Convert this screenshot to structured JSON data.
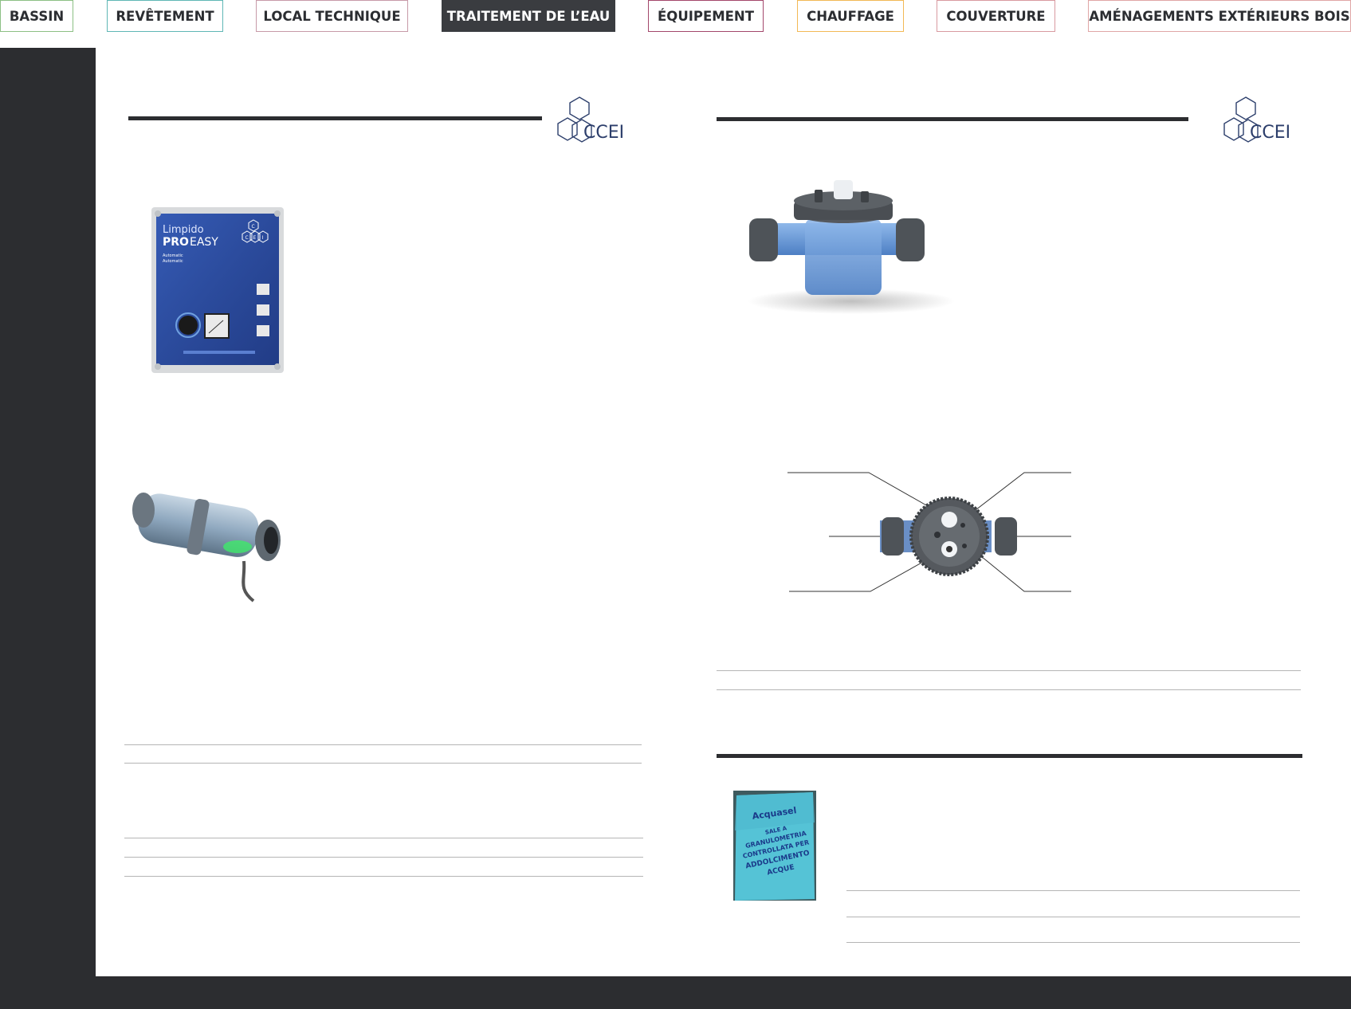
{
  "nav": {
    "tabs": [
      {
        "label": "BASSIN",
        "color": "#8cc084",
        "active": false
      },
      {
        "label": "REVÊTEMENT",
        "color": "#5fb7b5",
        "active": false
      },
      {
        "label": "LOCAL TECHNIQUE",
        "color": "#c79aa8",
        "active": false
      },
      {
        "label": "TRAITEMENT DE L’EAU",
        "color": "#3a3c40",
        "active": true
      },
      {
        "label": "ÉQUIPEMENT",
        "color": "#a3476b",
        "active": false
      },
      {
        "label": "CHAUFFAGE",
        "color": "#f2b955",
        "active": false
      },
      {
        "label": "COUVERTURE",
        "color": "#d99aa0",
        "active": false
      },
      {
        "label": "AMÉNAGEMENTS EXTÉRIEURS BOIS",
        "color": "#e0a6a6",
        "active": false
      }
    ]
  },
  "brand": {
    "logo_text": "CCEI"
  },
  "products": {
    "control_box": {
      "brand_line": "Limpido",
      "model_bold": "PRO",
      "model_light": "EASY",
      "logo_letters": [
        "C",
        "C",
        "E",
        "I"
      ],
      "subtitle_1": "Automatic",
      "subtitle_2": "Automatic"
    },
    "salt_bag": {
      "brand": "Acquasel",
      "lines": [
        "SALE A",
        "GRANULOMETRIA",
        "CONTROLLATA PER",
        "ADDOLCIMENTO",
        "ACQUE"
      ]
    }
  }
}
